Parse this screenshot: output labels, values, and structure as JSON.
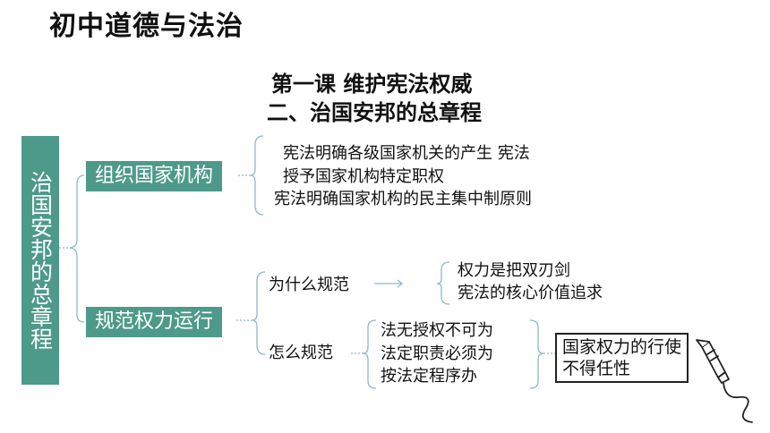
{
  "title": "初中道德与法治",
  "lesson": "第一课 维护宪法权威",
  "section": "二、治国安邦的总章程",
  "root": "治国安邦的总章程",
  "branches": {
    "organize": {
      "label": "组织国家机构",
      "items": [
        "宪法明确各级国家机关的产生 宪法",
        "授予国家机构特定职权",
        "宪法明确国家机构的民主集中制原则"
      ]
    },
    "regulate": {
      "label": "规范权力运行",
      "why": {
        "label": "为什么规范",
        "items": [
          "权力是把双刃剑",
          "宪法的核心价值追求"
        ]
      },
      "how": {
        "label": "怎么规范",
        "items": [
          "法无授权不可为",
          "法定职责必须为",
          "按法定程序办"
        ],
        "conclusion": [
          "国家权力的行使",
          "不得任性"
        ]
      }
    }
  },
  "colors": {
    "accent": "#4e9a8a",
    "line": "#8fb8c8"
  },
  "icons": [
    "pen-icon"
  ]
}
